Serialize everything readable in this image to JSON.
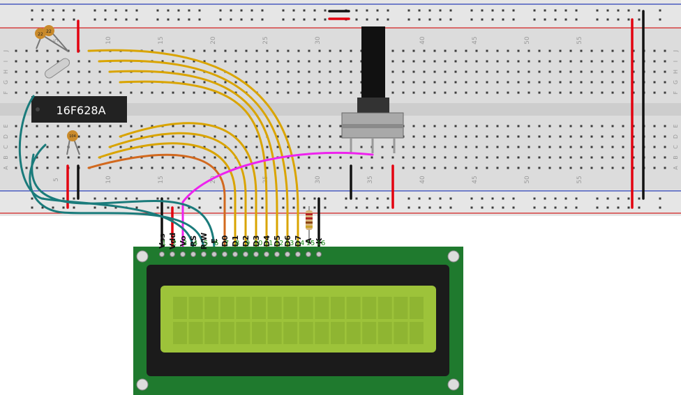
{
  "colors": {
    "breadboard": "#dcdcdc",
    "board_hole": "#3a3a3a",
    "rail_red": "#d32020",
    "rail_blue": "#2a3fb8",
    "wire_red": "#e3000f",
    "wire_black": "#111111",
    "wire_yellow": "#d9a400",
    "wire_orange": "#d2691e",
    "wire_teal": "#1a7b7b",
    "wire_magenta": "#ee22ee",
    "pcb_green": "#1f7a2e",
    "lcd_screen": "#9dc33a",
    "pin_label_green": "#1c8a1c"
  },
  "breadboard": {
    "column_numbers": [
      "5",
      "10",
      "15",
      "20",
      "25",
      "30",
      "35",
      "40",
      "45",
      "50",
      "55"
    ],
    "row_letters_top": [
      "J",
      "I",
      "H",
      "G",
      "F"
    ],
    "row_letters_bottom": [
      "E",
      "D",
      "C",
      "B",
      "A"
    ]
  },
  "chip": {
    "label": "16F628A"
  },
  "capacitors": {
    "ceramic_top_a": "22",
    "ceramic_top_b": "22",
    "ceramic_mid": "104"
  },
  "lcd": {
    "pin_names": [
      "Vss",
      "Vdd",
      "Vo",
      "RS",
      "R/W",
      "E",
      "D0",
      "D1",
      "D2",
      "D3",
      "D4",
      "D5",
      "D6",
      "D7",
      "A",
      "K"
    ],
    "pin_numbers": [
      "1",
      "2",
      "3",
      "4",
      "5",
      "6",
      "7",
      "8",
      "9",
      "10",
      "11",
      "12",
      "13",
      "14",
      "15",
      "16"
    ]
  }
}
